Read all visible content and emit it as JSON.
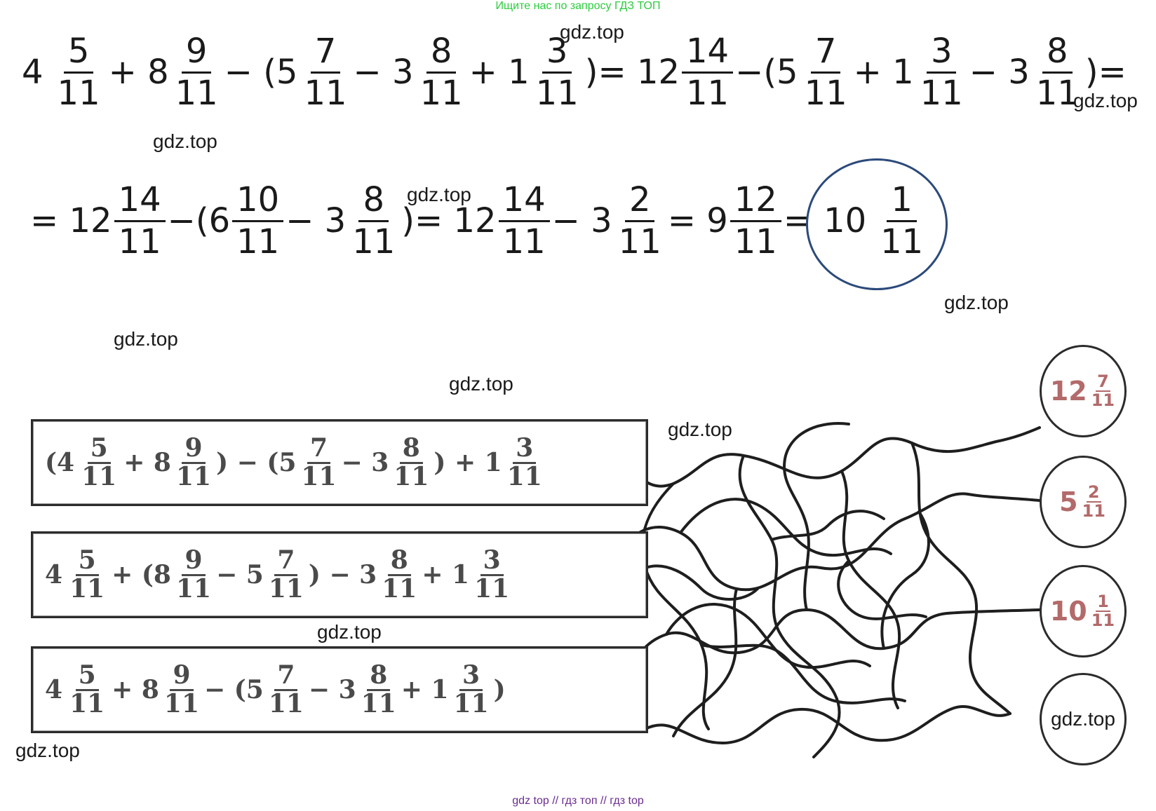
{
  "header": {
    "note": "Ищите нас по запросу ГДЗ ТОП"
  },
  "footer": {
    "note": "gdz top  //  гдз топ  //  гдз top"
  },
  "watermark": "gdz.top",
  "solution": {
    "line1": [
      "4",
      "5",
      "11",
      "+ 8",
      "9",
      "11",
      "− (5",
      "7",
      "11",
      "− 3",
      "8",
      "11",
      "+ 1",
      "3",
      "11",
      ")= 12",
      "14",
      "11",
      "−(5",
      "7",
      "11",
      "+ 1",
      "3",
      "11",
      "− 3",
      "8",
      "11",
      ")="
    ],
    "line2": [
      "= 12",
      "14",
      "11",
      "−(6",
      "10",
      "11",
      "− 3",
      "8",
      "11",
      ")= 12",
      "14",
      "11",
      "− 3",
      "2",
      "11",
      "= 9",
      "12",
      "11",
      "="
    ],
    "answer": {
      "whole": "10",
      "num": "1",
      "den": "11"
    }
  },
  "exercise": {
    "boxes": [
      {
        "tokens": [
          "(4",
          "5",
          "11",
          "+ 8",
          "9",
          "11",
          ") − (5",
          "7",
          "11",
          "− 3",
          "8",
          "11",
          ") + 1",
          "3",
          "11"
        ]
      },
      {
        "tokens": [
          "4",
          "5",
          "11",
          "+ (8",
          "9",
          "11",
          "− 5",
          "7",
          "11",
          ") − 3",
          "8",
          "11",
          "+ 1",
          "3",
          "11"
        ]
      },
      {
        "tokens": [
          "4",
          "5",
          "11",
          "+ 8",
          "9",
          "11",
          "− (5",
          "7",
          "11",
          "− 3",
          "8",
          "11",
          "+ 1",
          "3",
          "11",
          ")"
        ]
      }
    ],
    "answers": [
      {
        "whole": "12",
        "num": "7",
        "den": "11"
      },
      {
        "whole": "5",
        "num": "2",
        "den": "11"
      },
      {
        "whole": "10",
        "num": "1",
        "den": "11"
      },
      {
        "label": "gdz.top"
      }
    ]
  }
}
